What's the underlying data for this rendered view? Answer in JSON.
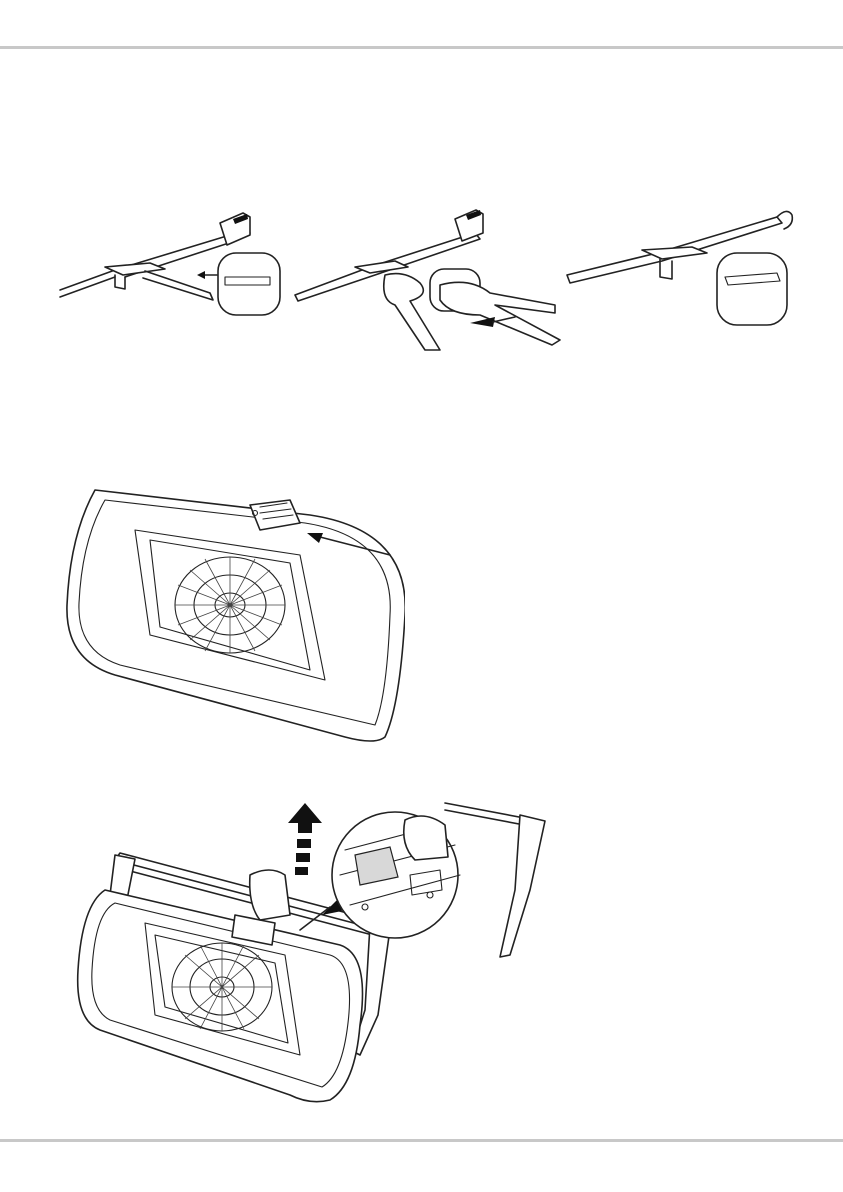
{
  "page": {
    "figures": [
      {
        "icon": "slide-pad-onto-arm-illustration"
      },
      {
        "icon": "push-pad-with-hand-illustration"
      },
      {
        "icon": "pad-mounted-on-arm-illustration"
      },
      {
        "icon": "keyboard-tray-with-bracket-illustration"
      },
      {
        "icon": "tray-attach-to-arms-illustration"
      }
    ]
  }
}
